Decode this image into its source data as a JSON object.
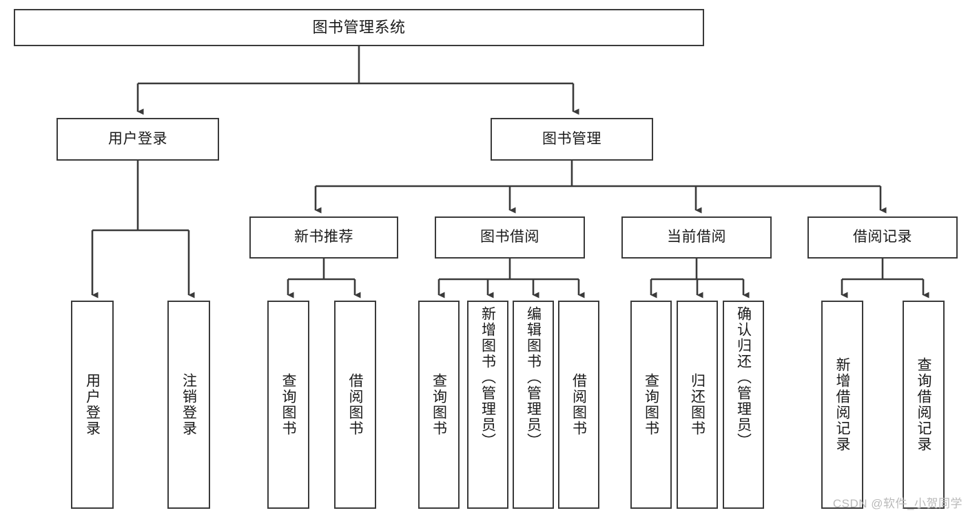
{
  "diagram": {
    "title": "图书管理系统",
    "root": {
      "label": "图书管理系统"
    },
    "level2": [
      {
        "label": "用户登录"
      },
      {
        "label": "图书管理"
      }
    ],
    "level3": [
      {
        "label": "新书推荐"
      },
      {
        "label": "图书借阅"
      },
      {
        "label": "当前借阅"
      },
      {
        "label": "借阅记录"
      }
    ],
    "leaves": {
      "user_login": [
        {
          "label": "用户登录"
        },
        {
          "label": "注销登录"
        }
      ],
      "new_book_recommend": [
        {
          "label": "查询图书"
        },
        {
          "label": "借阅图书"
        }
      ],
      "book_borrow": [
        {
          "label": "查询图书"
        },
        {
          "label": "新增图书（管理员）"
        },
        {
          "label": "编辑图书（管理员）"
        },
        {
          "label": "借阅图书"
        }
      ],
      "current_borrow": [
        {
          "label": "查询图书"
        },
        {
          "label": "归还图书"
        },
        {
          "label": "确认归还（管理员）"
        }
      ],
      "borrow_record": [
        {
          "label": "新增借阅记录"
        },
        {
          "label": "查询借阅记录"
        }
      ]
    }
  },
  "watermark": {
    "text": "CSDN @软件_小贺同学"
  },
  "colors": {
    "stroke": "#3a3a3a",
    "background": "#ffffff",
    "text": "#1a1a1a",
    "watermark": "#b9b9b9"
  }
}
